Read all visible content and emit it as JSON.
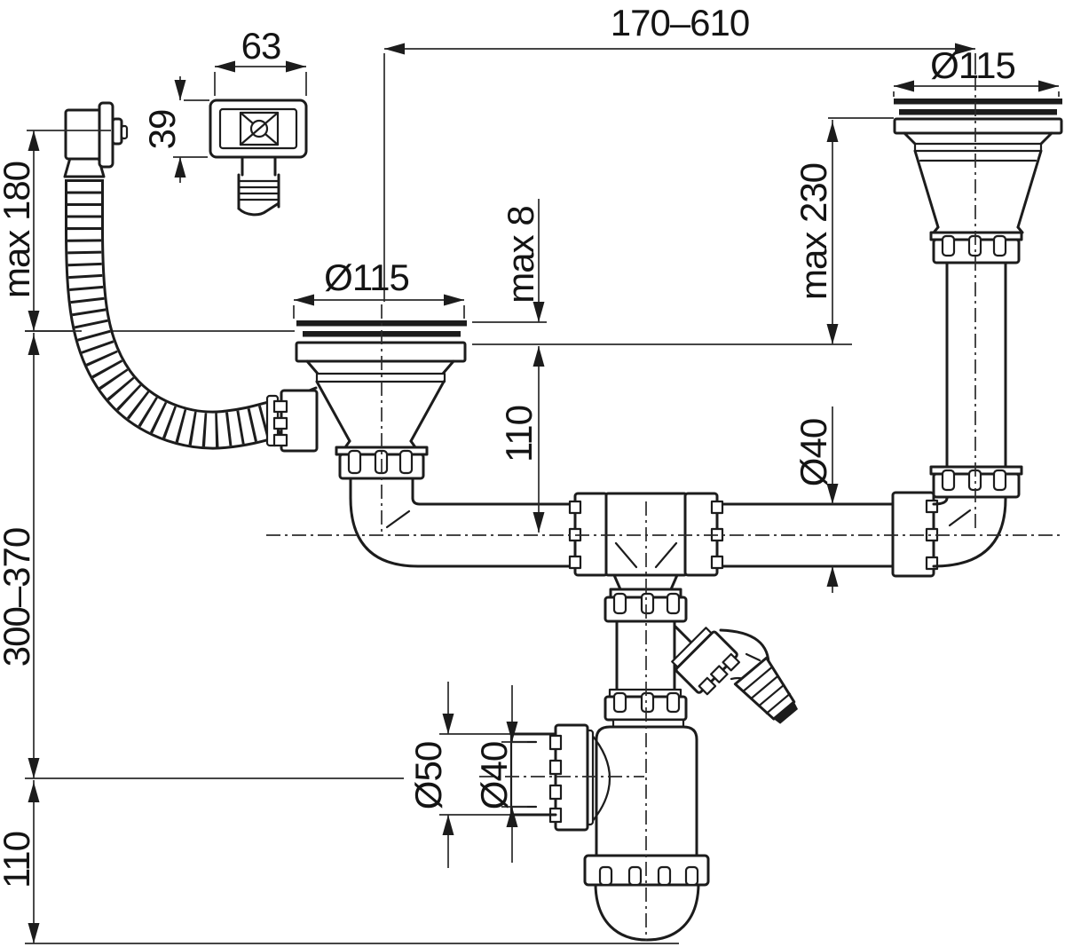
{
  "drawing": {
    "description": "Technical dimensional drawing of a double-bowl kitchen sink drain kit with overflow hose and bottle trap",
    "colors": {
      "line": "#1c1c1c",
      "background": "#ffffff"
    },
    "labels": {
      "top_span": "170–610",
      "overflow_width": "63",
      "overflow_height": "39",
      "left_strainer_diameter": "Ø115",
      "right_strainer_diameter": "Ø115",
      "overflow_hose_max_drop": "max 180",
      "sink_deck_max_thickness": "max 8",
      "right_strainer_max_depth": "max 230",
      "flange_to_waste_axis": "110",
      "waste_pipe_diameter": "Ø40",
      "installation_height_range": "300–370",
      "axis_to_base": "110",
      "trap_inlet_nut_diameter": "Ø50",
      "trap_inlet_pipe_diameter": "Ø40"
    }
  }
}
